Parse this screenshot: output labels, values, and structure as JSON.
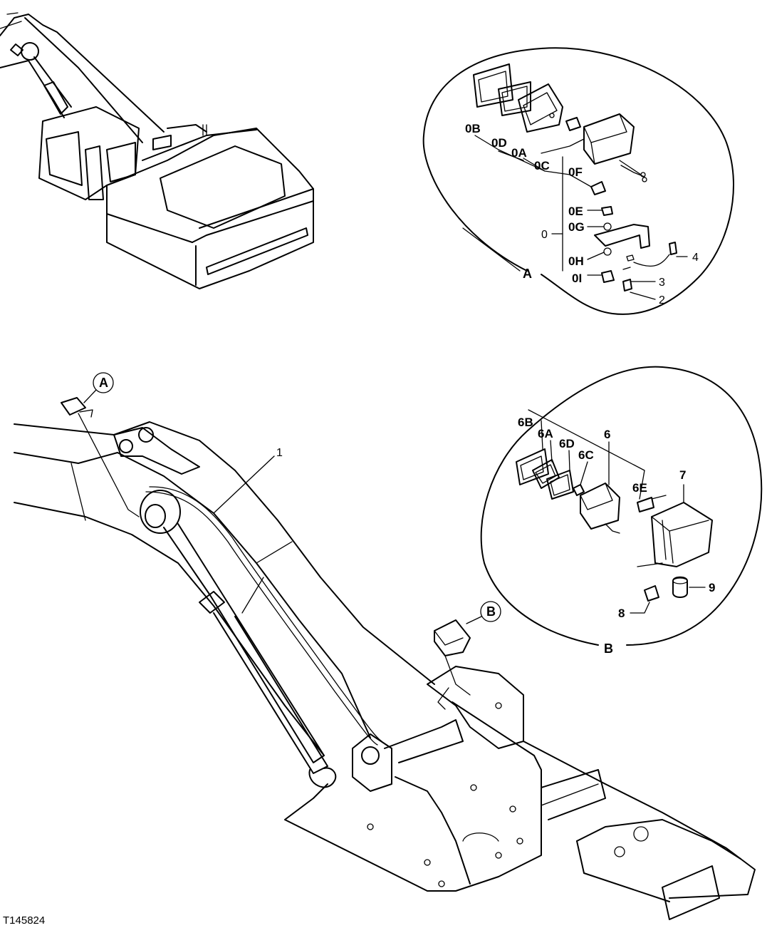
{
  "figure_id": "T145824",
  "detail_A": {
    "letter": "A",
    "labels": [
      "0B",
      "0D",
      "0A",
      "0C",
      "0F",
      "0E",
      "0G",
      "0H",
      "0I",
      "0",
      "2",
      "3",
      "4"
    ]
  },
  "detail_B": {
    "letter": "B",
    "labels": [
      "6B",
      "6A",
      "6D",
      "6C",
      "6",
      "6E",
      "7",
      "8",
      "9"
    ]
  },
  "main": {
    "boom_ref": "1",
    "callout_A": "A",
    "callout_B": "B"
  }
}
